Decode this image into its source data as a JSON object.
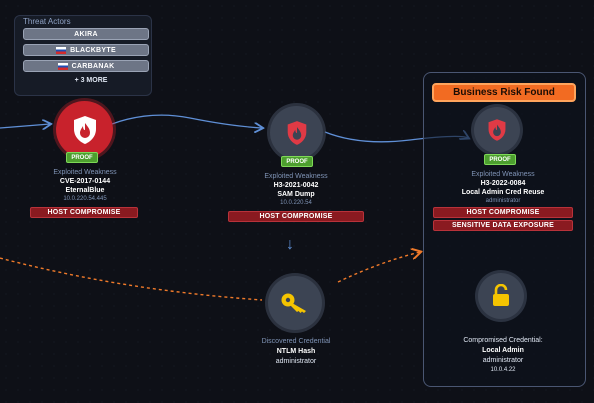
{
  "threat_actors": {
    "title": "Threat Actors",
    "items": [
      {
        "label": "AKIRA",
        "flag": false
      },
      {
        "label": "BLACKBYTE",
        "flag": true
      },
      {
        "label": "CARBANAK",
        "flag": true
      }
    ],
    "more": "+ 3 MORE"
  },
  "nodes": {
    "n1": {
      "proof": "PROOF",
      "line1": "Exploited Weakness",
      "line2": "CVE-2017-0144",
      "line3": "EternalBlue",
      "ip": "10.0.220.54.445",
      "badge": "HOST COMPROMISE",
      "icon": "shield-flame-icon"
    },
    "n2": {
      "proof": "PROOF",
      "line1": "Exploited Weakness",
      "line2": "H3-2021-0042",
      "line3": "SAM Dump",
      "ip": "10.0.220.54",
      "badge": "HOST COMPROMISE",
      "icon": "shield-flame-icon"
    },
    "n3": {
      "proof": "PROOF",
      "line1": "Exploited Weakness",
      "line2": "H3-2022-0084",
      "line3": "Local Admin Cred Reuse",
      "ip": "administrator",
      "badge": "HOST COMPROMISE",
      "badge2": "SENSITIVE DATA EXPOSURE",
      "icon": "shield-flame-icon"
    },
    "cred1": {
      "line1": "Discovered Credential",
      "line2": "NTLM Hash",
      "line3": "administrator",
      "icon": "key-icon"
    },
    "cred2": {
      "line1": "Compromised Credential:",
      "line2": "Local Admin",
      "line3": "administrator",
      "line4": "10.0.4.22",
      "icon": "unlock-icon"
    }
  },
  "risk_banner": "Business Risk Found",
  "colors": {
    "red": "#c8222c",
    "proof": "#4d9f2f",
    "banner": "#f26b22",
    "link_blue": "#5f8fd6",
    "link_orange": "#f07a2a"
  }
}
